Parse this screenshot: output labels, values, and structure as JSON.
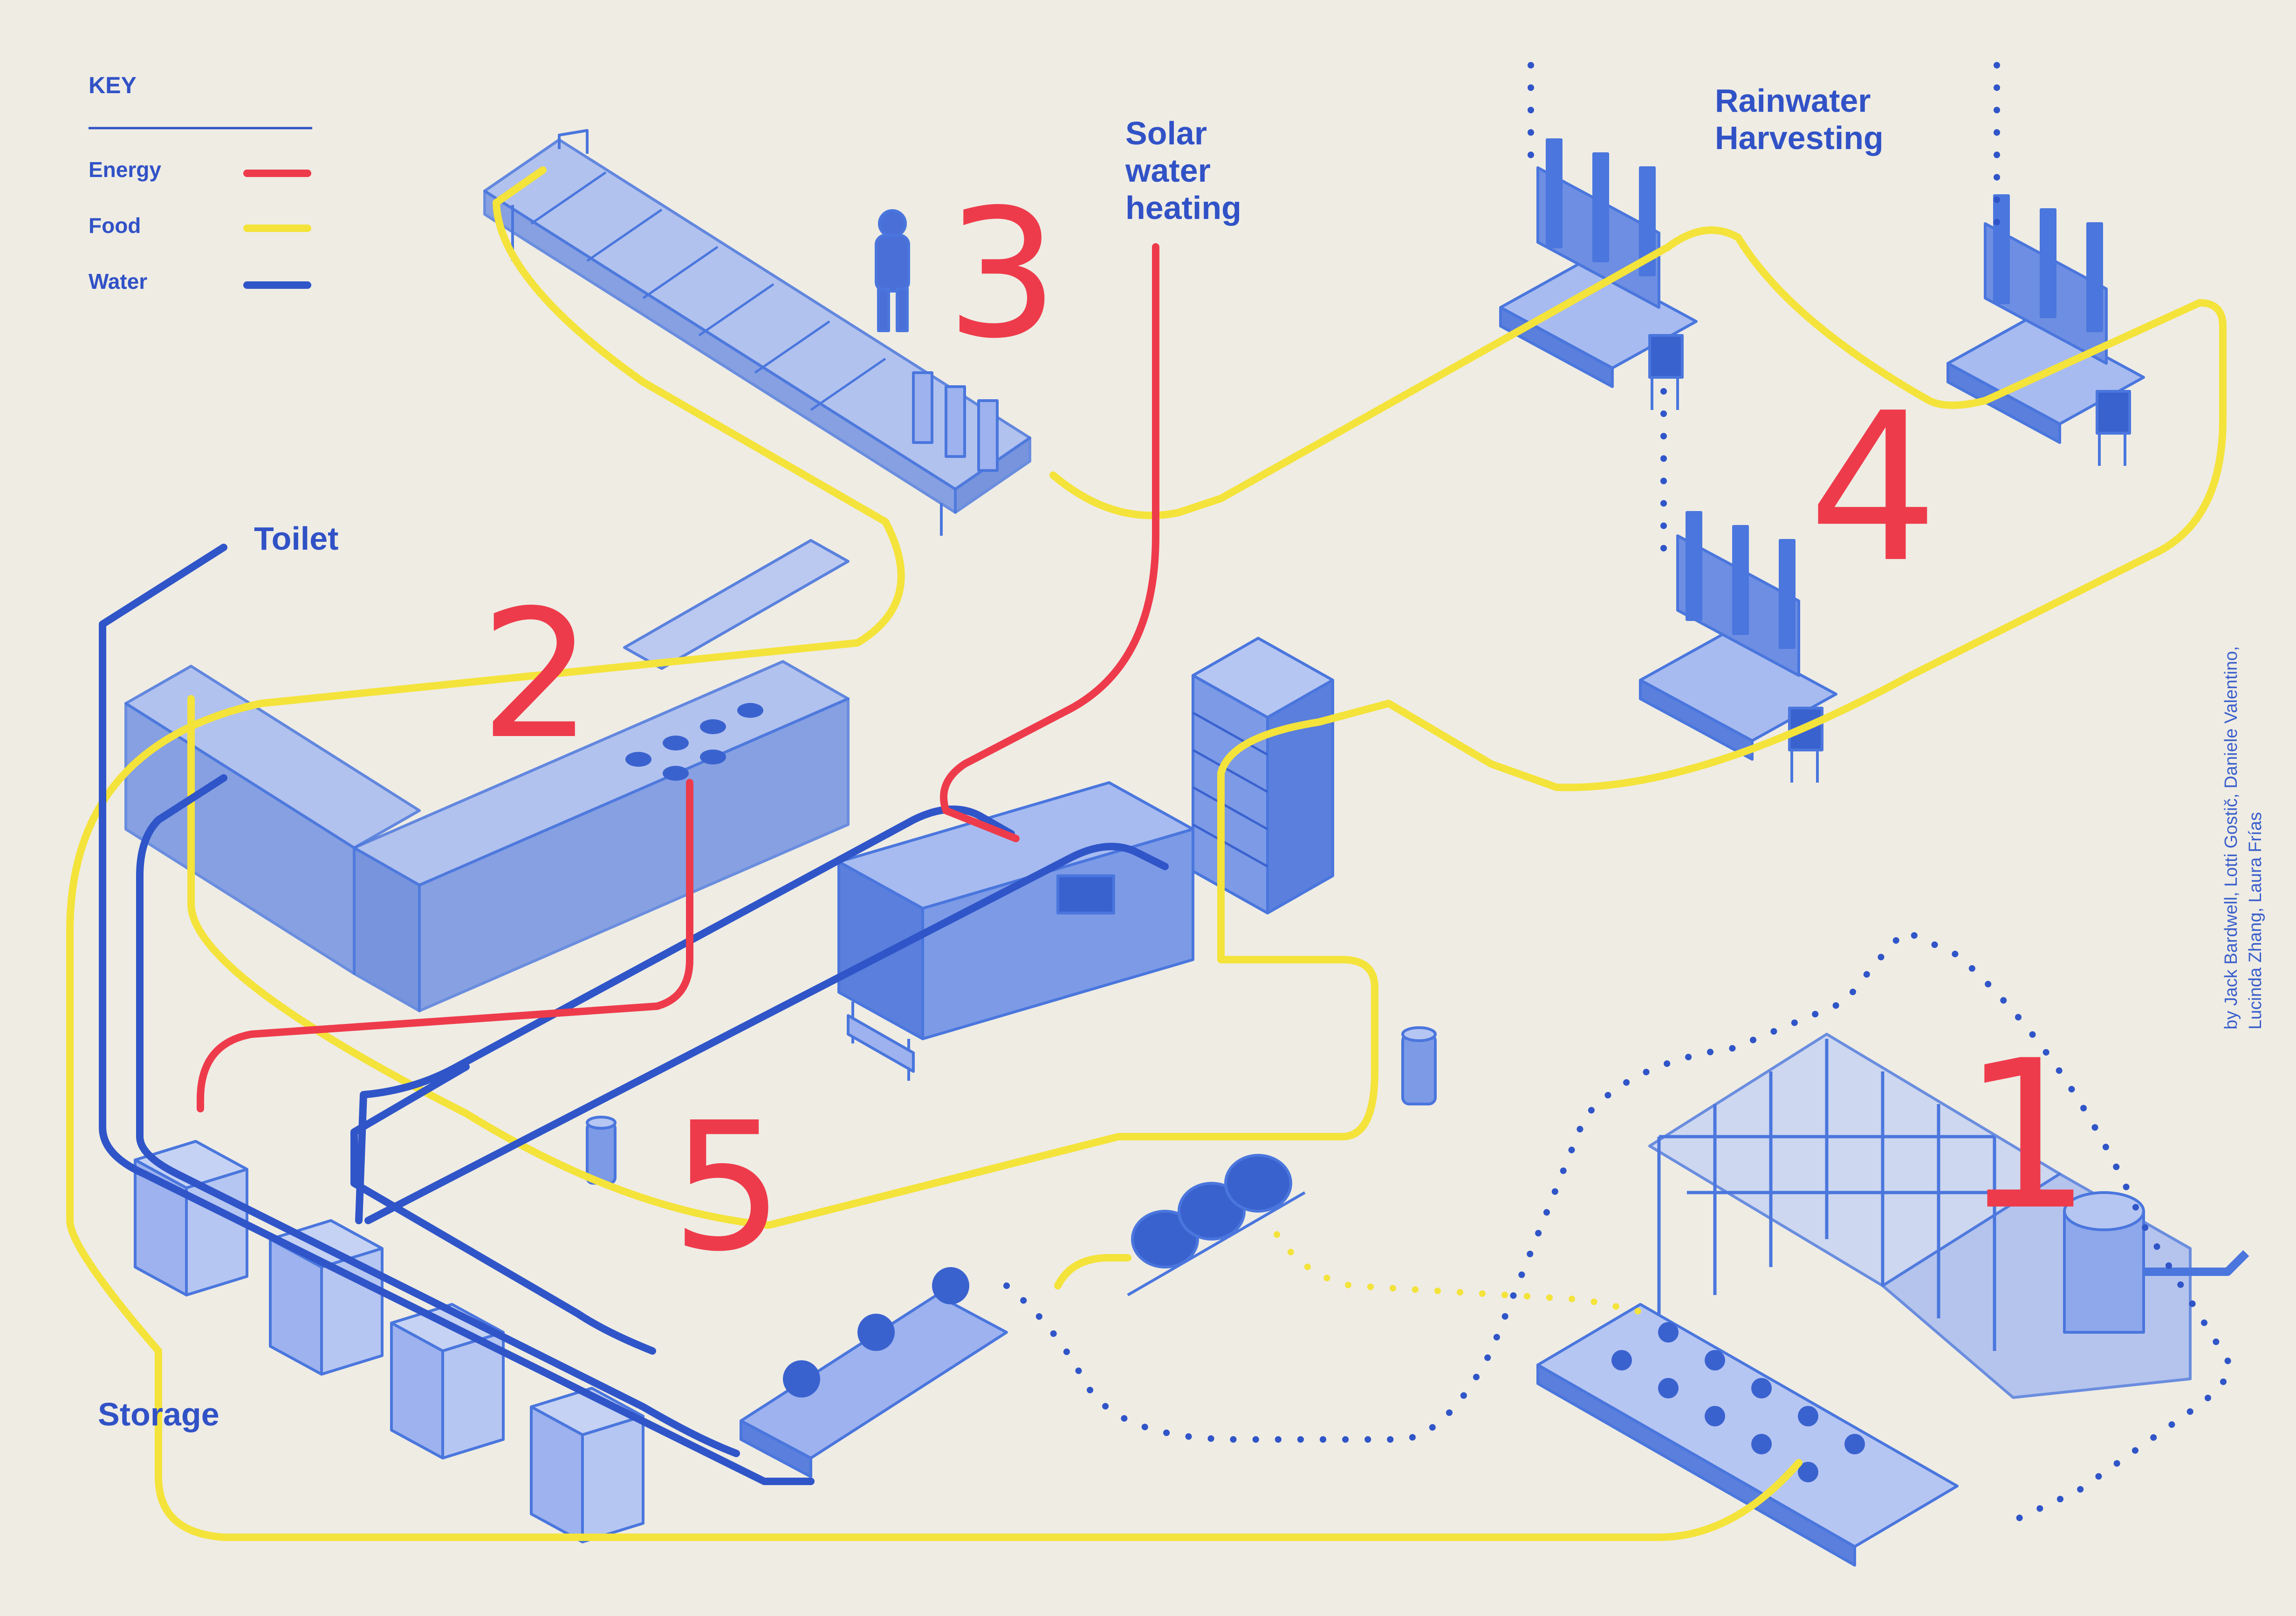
{
  "colors": {
    "energy": "#ee3b4b",
    "food": "#f4e33a",
    "water": "#2f55c8",
    "paper": "#efece4",
    "ink": "#4a76dd",
    "label": "#3152c6"
  },
  "key": {
    "title": "KEY",
    "items": [
      {
        "label": "Energy",
        "color": "#ee3b4b"
      },
      {
        "label": "Food",
        "color": "#f4e33a"
      },
      {
        "label": "Water",
        "color": "#2f55c8"
      }
    ]
  },
  "labels": {
    "solar_line1": "Solar",
    "solar_line2": "water",
    "solar_line3": "heating",
    "rain_line1": "Rainwater",
    "rain_line2": "Harvesting",
    "toilet": "Toilet",
    "storage": "Storage"
  },
  "numbers": {
    "n1": "1",
    "n2": "2",
    "n3": "3",
    "n4": "4",
    "n5": "5"
  },
  "credits": {
    "line1": "by Jack Bardwell, Lotti Gostič, Daniele Valentino,",
    "line2": "Lucinda Zhang, Laura Frías"
  }
}
